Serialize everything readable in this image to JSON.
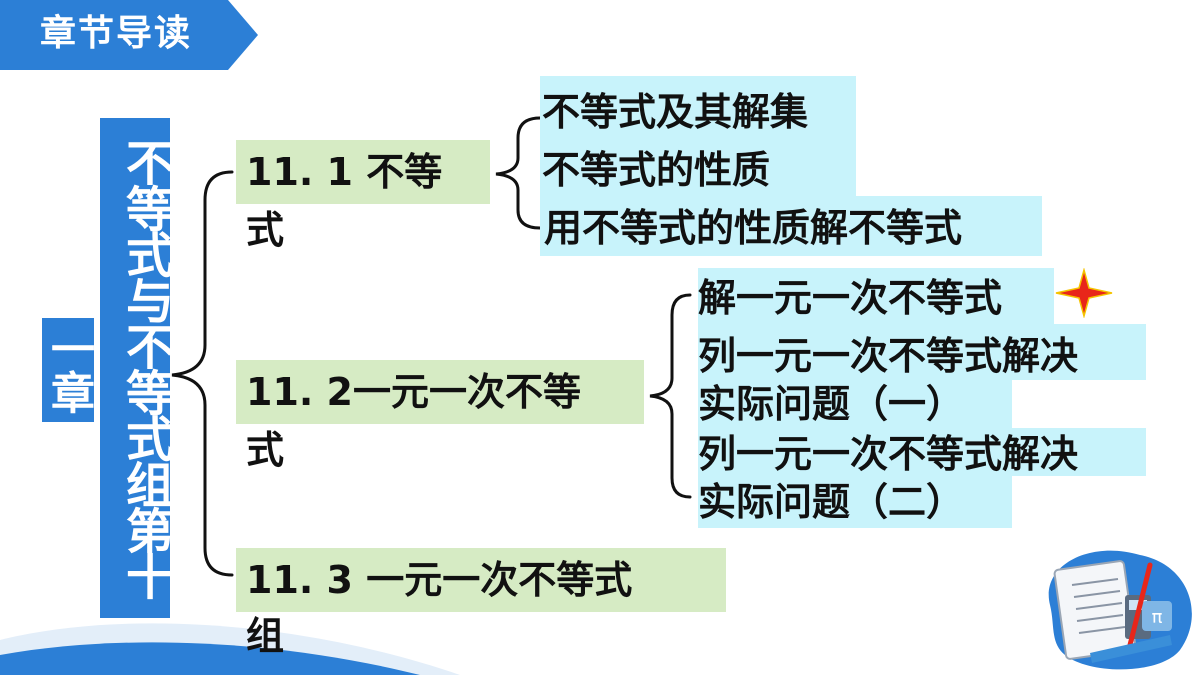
{
  "banner": {
    "title": "章节导读"
  },
  "chapter": {
    "title_main": "不等式与不等式组第十",
    "title_tail": "一章"
  },
  "sections": [
    {
      "line1": "11. 1 不等",
      "line2": "式"
    },
    {
      "line1": "11. 2一元一次不等",
      "line2": "式"
    },
    {
      "line1": "11. 3 一元一次不等式",
      "line2": "组"
    }
  ],
  "sub_items": {
    "s1": [
      "不等式及其解集",
      "不等式的性质",
      "用不等式的性质解不等式"
    ],
    "s2": [
      "解一元一次不等式",
      "列一元一次不等式解决",
      "实际问题（一）",
      "列一元一次不等式解决",
      "实际问题（二）"
    ]
  },
  "colors": {
    "accent": "#2c7fd6",
    "section_bg": "#d6ebc4",
    "sub_bg": "#c8f3fb",
    "star": "#e8261a"
  },
  "icons": {
    "highlight": "red-star-icon",
    "decoration": "math-tools-illustration"
  }
}
